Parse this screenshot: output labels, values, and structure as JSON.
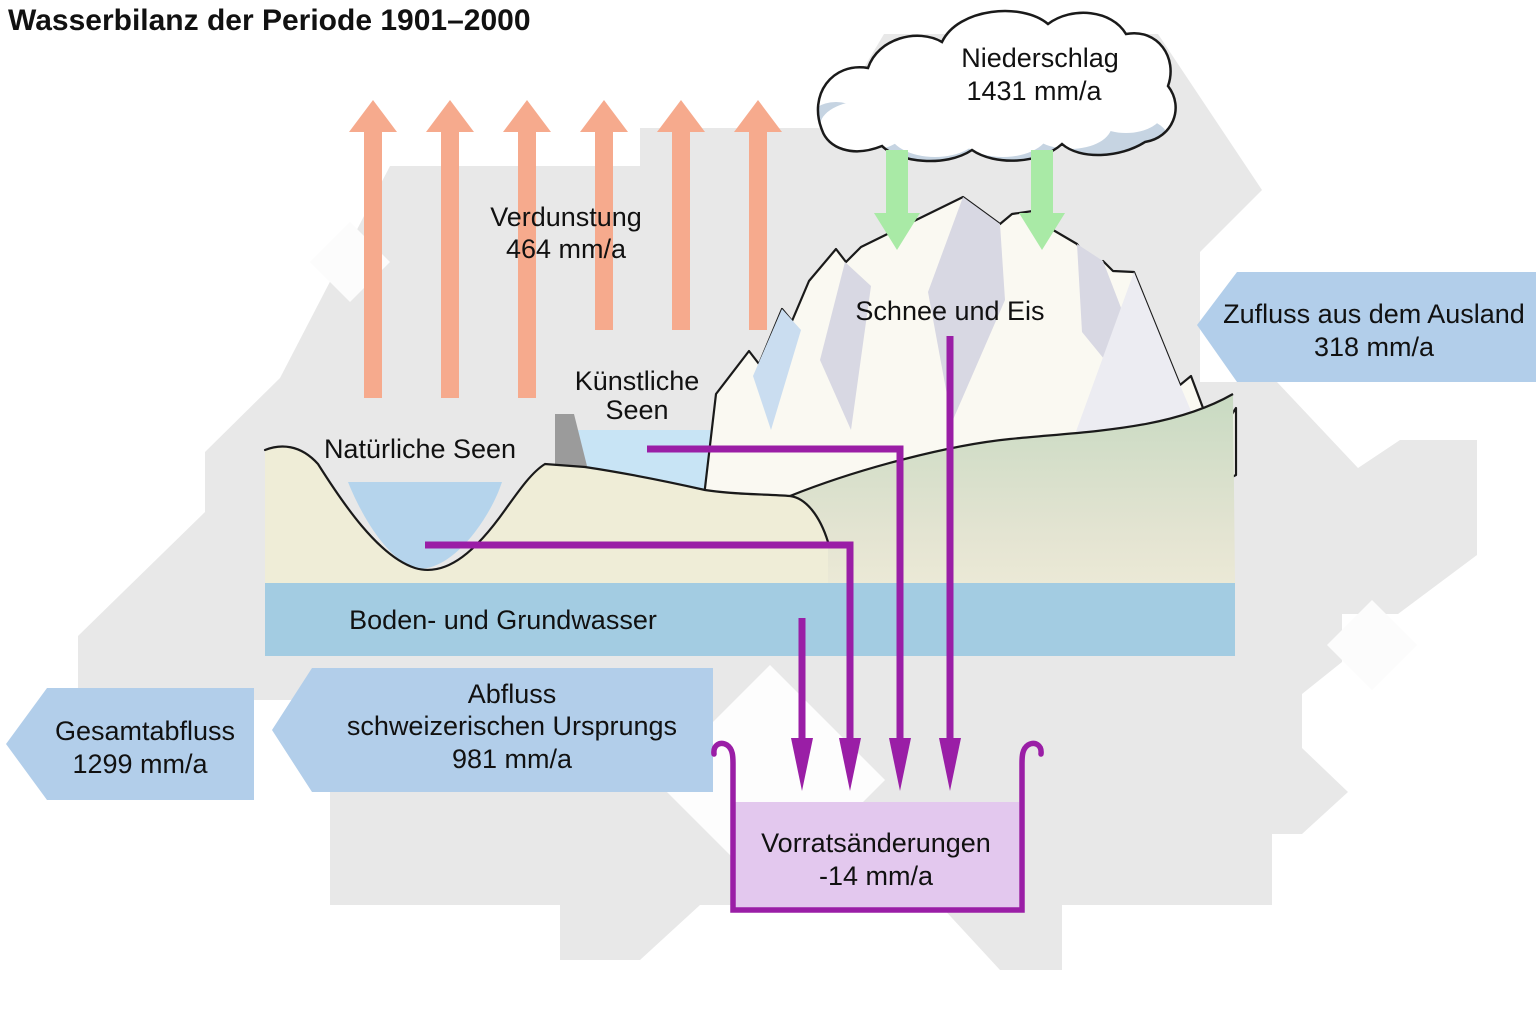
{
  "title": "Wasserbilanz der Periode 1901–2000",
  "flows": {
    "precipitation": {
      "name": "Niederschlag",
      "value": "1431 mm/a"
    },
    "evaporation": {
      "name": "Verdunstung",
      "value": "464 mm/a"
    },
    "inflow_from_abroad": {
      "name": "Zufluss aus dem Ausland",
      "value": "318 mm/a"
    },
    "runoff_swiss_origin": {
      "name": "Abfluss",
      "qualifier": "schweizerischen Ursprungs",
      "value": "981 mm/a"
    },
    "total_runoff": {
      "name": "Gesamtabfluss",
      "value": "1299 mm/a"
    },
    "storage_change": {
      "name": "Vorratsänderungen",
      "value": "-14 mm/a"
    }
  },
  "features": {
    "snow_ice": "Schnee und Eis",
    "artificial_lakes_line1": "Künstliche",
    "artificial_lakes_line2": "Seen",
    "natural_lakes": "Natürliche Seen",
    "groundwater": "Boden- und Grundwasser"
  },
  "colors": {
    "background_map_gray": "#E8E8E8",
    "land_beige": "#EFEDD7",
    "hill_green": "#CBDCC5",
    "groundwater_band": "#A3CCE2",
    "natural_lake": "#B5D4EC",
    "artificial_lake": "#C8E4F5",
    "dam_gray": "#9B9B9B",
    "mountain_white": "#FAF9F2",
    "mountain_shade": "#D8D8E3",
    "cloud_shadow": "#C6D4E2",
    "banner_arrow_blue": "#B2CEEA",
    "evaporation_orange": "#F6AA8D",
    "precipitation_green": "#A9EAA6",
    "flow_purple": "#9A1EA6",
    "container_fill": "#E3C8EE"
  }
}
